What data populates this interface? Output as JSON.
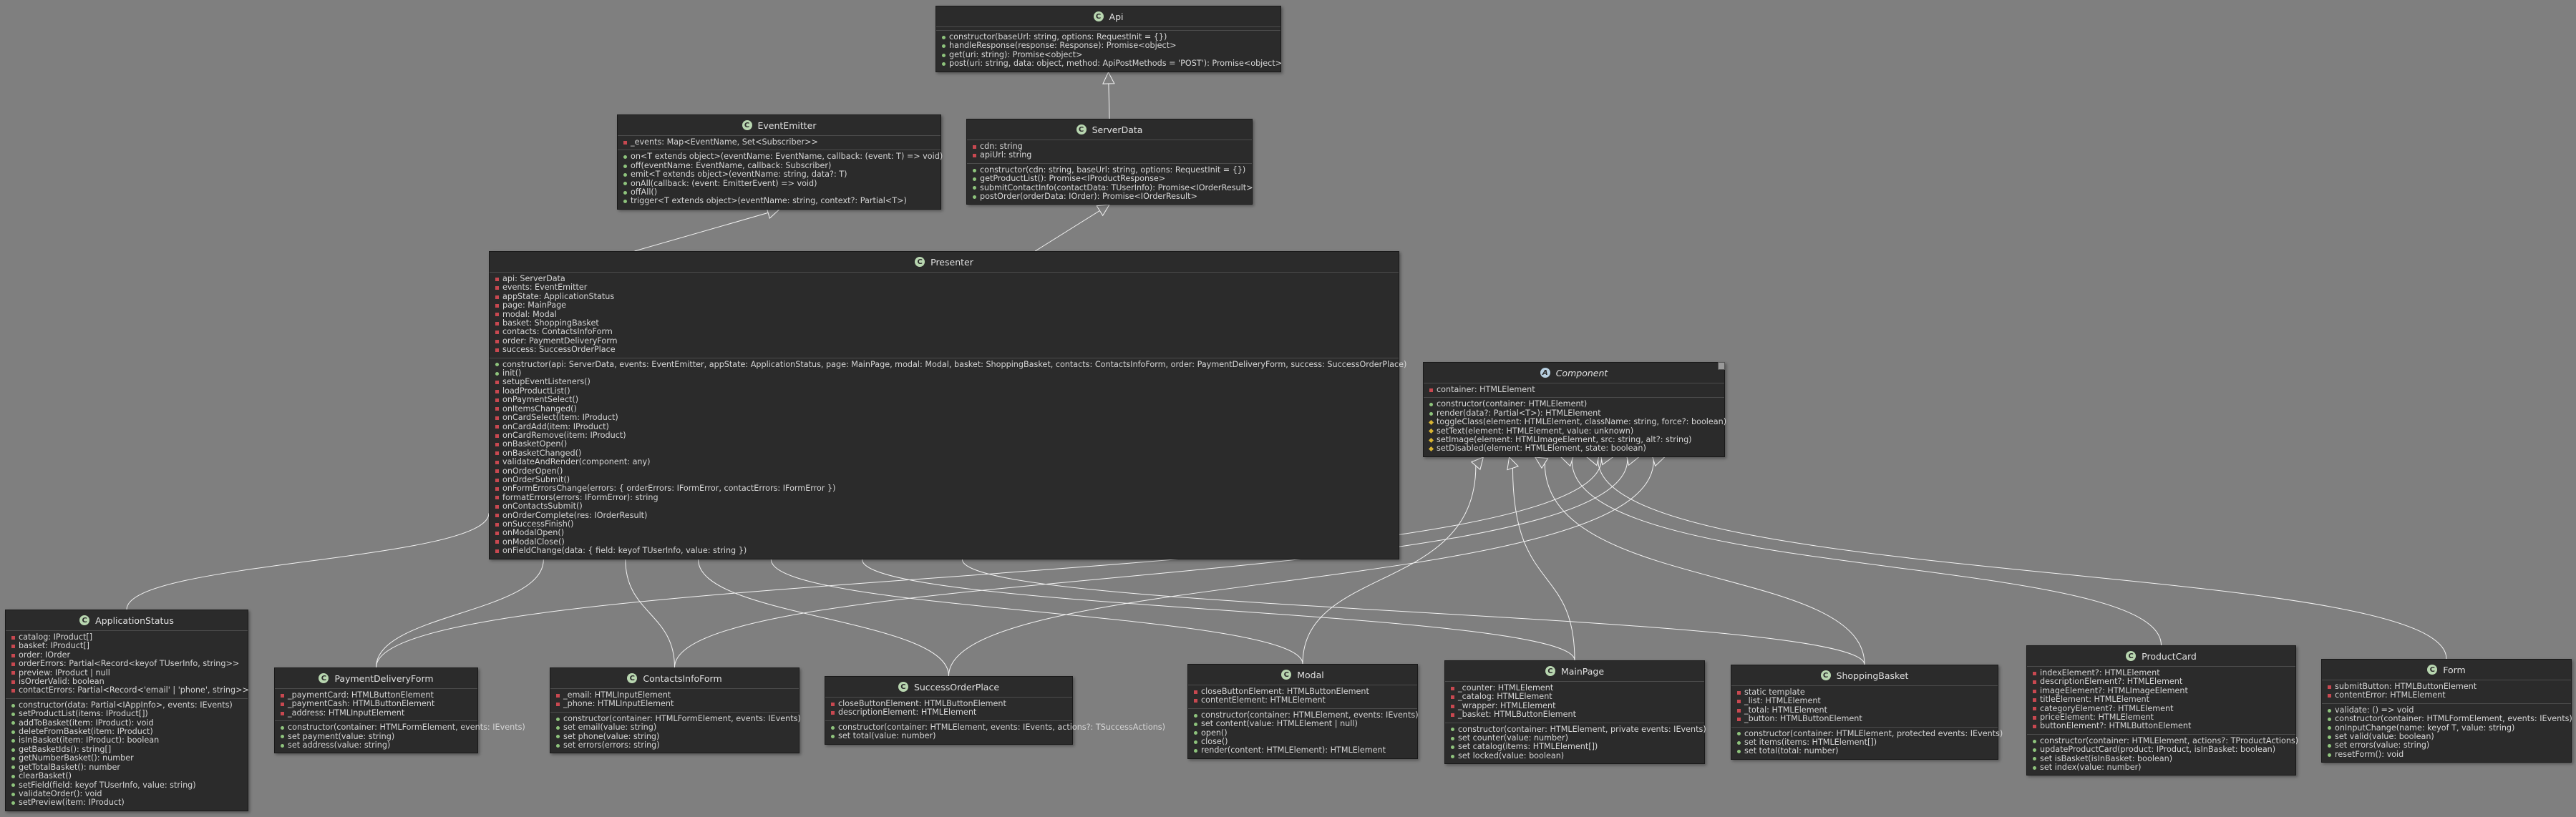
{
  "diagram": {
    "classes": [
      {
        "id": "Api",
        "name": "Api",
        "kind": "class",
        "fields": [],
        "methods": [
          {
            "vis": "pub",
            "text": "constructor(baseUrl: string, options: RequestInit = {})"
          },
          {
            "vis": "pub",
            "text": "handleResponse(response: Response): Promise<object>"
          },
          {
            "vis": "pub",
            "text": "get(uri: string): Promise<object>"
          },
          {
            "vis": "pub",
            "text": "post(uri: string, data: object, method: ApiPostMethods = 'POST'): Promise<object>"
          }
        ]
      },
      {
        "id": "EventEmitter",
        "name": "EventEmitter",
        "kind": "class",
        "fields": [
          {
            "vis": "priv",
            "text": "_events: Map<EventName, Set<Subscriber>>"
          }
        ],
        "methods": [
          {
            "vis": "pub",
            "text": "on<T extends object>(eventName: EventName, callback: (event: T) => void)"
          },
          {
            "vis": "pub",
            "text": "off(eventName: EventName, callback: Subscriber)"
          },
          {
            "vis": "pub",
            "text": "emit<T extends object>(eventName: string, data?: T)"
          },
          {
            "vis": "pub",
            "text": "onAll(callback: (event: EmitterEvent) => void)"
          },
          {
            "vis": "pub",
            "text": "offAll()"
          },
          {
            "vis": "pub",
            "text": "trigger<T extends object>(eventName: string, context?: Partial<T>)"
          }
        ]
      },
      {
        "id": "ServerData",
        "name": "ServerData",
        "kind": "class",
        "fields": [
          {
            "vis": "priv",
            "text": "cdn: string"
          },
          {
            "vis": "priv",
            "text": "apiUrl: string"
          }
        ],
        "methods": [
          {
            "vis": "pub",
            "text": "constructor(cdn: string, baseUrl: string, options: RequestInit = {})"
          },
          {
            "vis": "pub",
            "text": "getProductList(): Promise<IProductResponse>"
          },
          {
            "vis": "pub",
            "text": "submitContactInfo(contactData: TUserInfo): Promise<IOrderResult>"
          },
          {
            "vis": "pub",
            "text": "postOrder(orderData: IOrder): Promise<IOrderResult>"
          }
        ]
      },
      {
        "id": "Presenter",
        "name": "Presenter",
        "kind": "class",
        "fields": [
          {
            "vis": "priv",
            "text": "api: ServerData"
          },
          {
            "vis": "priv",
            "text": "events: EventEmitter"
          },
          {
            "vis": "priv",
            "text": "appState: ApplicationStatus"
          },
          {
            "vis": "priv",
            "text": "page: MainPage"
          },
          {
            "vis": "priv",
            "text": "modal: Modal"
          },
          {
            "vis": "priv",
            "text": "basket: ShoppingBasket"
          },
          {
            "vis": "priv",
            "text": "contacts: ContactsInfoForm"
          },
          {
            "vis": "priv",
            "text": "order: PaymentDeliveryForm"
          },
          {
            "vis": "priv",
            "text": "success: SuccessOrderPlace"
          }
        ],
        "methods": [
          {
            "vis": "pub",
            "text": "constructor(api: ServerData, events: EventEmitter, appState: ApplicationStatus, page: MainPage, modal: Modal, basket: ShoppingBasket, contacts: ContactsInfoForm, order: PaymentDeliveryForm, success: SuccessOrderPlace)"
          },
          {
            "vis": "pub",
            "text": "init()"
          },
          {
            "vis": "priv",
            "text": "setupEventListeners()"
          },
          {
            "vis": "priv",
            "text": "loadProductList()"
          },
          {
            "vis": "priv",
            "text": "onPaymentSelect()"
          },
          {
            "vis": "priv",
            "text": "onItemsChanged()"
          },
          {
            "vis": "priv",
            "text": "onCardSelect(item: IProduct)"
          },
          {
            "vis": "priv",
            "text": "onCardAdd(item: IProduct)"
          },
          {
            "vis": "priv",
            "text": "onCardRemove(item: IProduct)"
          },
          {
            "vis": "priv",
            "text": "onBasketOpen()"
          },
          {
            "vis": "priv",
            "text": "onBasketChanged()"
          },
          {
            "vis": "priv",
            "text": "validateAndRender(component: any)"
          },
          {
            "vis": "priv",
            "text": "onOrderOpen()"
          },
          {
            "vis": "priv",
            "text": "onOrderSubmit()"
          },
          {
            "vis": "priv",
            "text": "onFormErrorsChange(errors: { orderErrors: IFormError, contactErrors: IFormError })"
          },
          {
            "vis": "priv",
            "text": "formatErrors(errors: IFormError): string"
          },
          {
            "vis": "priv",
            "text": "onContactsSubmit()"
          },
          {
            "vis": "priv",
            "text": "onOrderComplete(res: IOrderResult)"
          },
          {
            "vis": "priv",
            "text": "onSuccessFinish()"
          },
          {
            "vis": "priv",
            "text": "onModalOpen()"
          },
          {
            "vis": "priv",
            "text": "onModalClose()"
          },
          {
            "vis": "priv",
            "text": "onFieldChange(data: { field: keyof TUserInfo, value: string })"
          }
        ]
      },
      {
        "id": "Component",
        "name": "Component",
        "kind": "abstract",
        "fields": [
          {
            "vis": "priv",
            "text": "container: HTMLElement"
          }
        ],
        "methods": [
          {
            "vis": "pub",
            "text": "constructor(container: HTMLElement)"
          },
          {
            "vis": "pub",
            "text": "render(data?: Partial<T>): HTMLElement"
          },
          {
            "vis": "prot",
            "text": "toggleClass(element: HTMLElement, className: string, force?: boolean)"
          },
          {
            "vis": "prot",
            "text": "setText(element: HTMLElement, value: unknown)"
          },
          {
            "vis": "prot",
            "text": "setImage(element: HTMLImageElement, src: string, alt?: string)"
          },
          {
            "vis": "prot",
            "text": "setDisabled(element: HTMLElement, state: boolean)"
          }
        ]
      },
      {
        "id": "ApplicationStatus",
        "name": "ApplicationStatus",
        "kind": "class",
        "fields": [
          {
            "vis": "priv",
            "text": "catalog: IProduct[]"
          },
          {
            "vis": "priv",
            "text": "basket: IProduct[]"
          },
          {
            "vis": "priv",
            "text": "order: IOrder"
          },
          {
            "vis": "priv",
            "text": "orderErrors: Partial<Record<keyof TUserInfo, string>>"
          },
          {
            "vis": "priv",
            "text": "preview: IProduct | null"
          },
          {
            "vis": "priv",
            "text": "isOrderValid: boolean"
          },
          {
            "vis": "priv",
            "text": "contactErrors: Partial<Record<'email' | 'phone', string>>"
          }
        ],
        "methods": [
          {
            "vis": "pub",
            "text": "constructor(data: Partial<IAppInfo>, events: IEvents)"
          },
          {
            "vis": "pub",
            "text": "setProductList(items: IProduct[])"
          },
          {
            "vis": "pub",
            "text": "addToBasket(item: IProduct): void"
          },
          {
            "vis": "pub",
            "text": "deleteFromBasket(item: IProduct)"
          },
          {
            "vis": "pub",
            "text": "isInBasket(item: IProduct): boolean"
          },
          {
            "vis": "pub",
            "text": "getBasketIds(): string[]"
          },
          {
            "vis": "pub",
            "text": "getNumberBasket(): number"
          },
          {
            "vis": "pub",
            "text": "getTotalBasket(): number"
          },
          {
            "vis": "pub",
            "text": "clearBasket()"
          },
          {
            "vis": "pub",
            "text": "setField(field: keyof TUserInfo, value: string)"
          },
          {
            "vis": "pub",
            "text": "validateOrder(): void"
          },
          {
            "vis": "pub",
            "text": "setPreview(item: IProduct)"
          }
        ]
      },
      {
        "id": "PaymentDeliveryForm",
        "name": "PaymentDeliveryForm",
        "kind": "class",
        "fields": [
          {
            "vis": "priv",
            "text": "_paymentCard: HTMLButtonElement"
          },
          {
            "vis": "priv",
            "text": "_paymentCash: HTMLButtonElement"
          },
          {
            "vis": "priv",
            "text": "_address: HTMLInputElement"
          }
        ],
        "methods": [
          {
            "vis": "pub",
            "text": "constructor(container: HTMLFormElement, events: IEvents)"
          },
          {
            "vis": "pub",
            "text": "set payment(value: string)"
          },
          {
            "vis": "pub",
            "text": "set address(value: string)"
          }
        ]
      },
      {
        "id": "ContactsInfoForm",
        "name": "ContactsInfoForm",
        "kind": "class",
        "fields": [
          {
            "vis": "priv",
            "text": "_email: HTMLInputElement"
          },
          {
            "vis": "priv",
            "text": "_phone: HTMLInputElement"
          }
        ],
        "methods": [
          {
            "vis": "pub",
            "text": "constructor(container: HTMLFormElement, events: IEvents)"
          },
          {
            "vis": "pub",
            "text": "set email(value: string)"
          },
          {
            "vis": "pub",
            "text": "set phone(value: string)"
          },
          {
            "vis": "pub",
            "text": "set errors(errors: string)"
          }
        ]
      },
      {
        "id": "SuccessOrderPlace",
        "name": "SuccessOrderPlace",
        "kind": "class",
        "fields": [
          {
            "vis": "priv",
            "text": "closeButtonElement: HTMLButtonElement"
          },
          {
            "vis": "priv",
            "text": "descriptionElement: HTMLElement"
          }
        ],
        "methods": [
          {
            "vis": "pub",
            "text": "constructor(container: HTMLElement, events: IEvents, actions?: TSuccessActions)"
          },
          {
            "vis": "pub",
            "text": "set total(value: number)"
          }
        ]
      },
      {
        "id": "Modal",
        "name": "Modal",
        "kind": "class",
        "fields": [
          {
            "vis": "priv",
            "text": "closeButtonElement: HTMLButtonElement"
          },
          {
            "vis": "priv",
            "text": "contentElement: HTMLElement"
          }
        ],
        "methods": [
          {
            "vis": "pub",
            "text": "constructor(container: HTMLElement, events: IEvents)"
          },
          {
            "vis": "pub",
            "text": "set content(value: HTMLElement | null)"
          },
          {
            "vis": "pub",
            "text": "open()"
          },
          {
            "vis": "pub",
            "text": "close()"
          },
          {
            "vis": "pub",
            "text": "render(content: HTMLElement): HTMLElement"
          }
        ]
      },
      {
        "id": "MainPage",
        "name": "MainPage",
        "kind": "class",
        "fields": [
          {
            "vis": "priv",
            "text": "_counter: HTMLElement"
          },
          {
            "vis": "priv",
            "text": "_catalog: HTMLElement"
          },
          {
            "vis": "priv",
            "text": "_wrapper: HTMLElement"
          },
          {
            "vis": "priv",
            "text": "_basket: HTMLButtonElement"
          }
        ],
        "methods": [
          {
            "vis": "pub",
            "text": "constructor(container: HTMLElement, private events: IEvents)"
          },
          {
            "vis": "pub",
            "text": "set counter(value: number)"
          },
          {
            "vis": "pub",
            "text": "set catalog(items: HTMLElement[])"
          },
          {
            "vis": "pub",
            "text": "set locked(value: boolean)"
          }
        ]
      },
      {
        "id": "ShoppingBasket",
        "name": "ShoppingBasket",
        "kind": "class",
        "fields": [
          {
            "vis": "priv",
            "text": "static template"
          },
          {
            "vis": "priv",
            "text": "_list: HTMLElement"
          },
          {
            "vis": "priv",
            "text": "_total: HTMLElement"
          },
          {
            "vis": "priv",
            "text": "_button: HTMLButtonElement"
          }
        ],
        "methods": [
          {
            "vis": "pub",
            "text": "constructor(container: HTMLElement, protected events: IEvents)"
          },
          {
            "vis": "pub",
            "text": "set items(items: HTMLElement[])"
          },
          {
            "vis": "pub",
            "text": "set total(total: number)"
          }
        ]
      },
      {
        "id": "ProductCard",
        "name": "ProductCard",
        "kind": "class",
        "fields": [
          {
            "vis": "priv",
            "text": "indexElement?: HTMLElement"
          },
          {
            "vis": "priv",
            "text": "descriptionElement?: HTMLElement"
          },
          {
            "vis": "priv",
            "text": "imageElement?: HTMLImageElement"
          },
          {
            "vis": "priv",
            "text": "titleElement: HTMLElement"
          },
          {
            "vis": "priv",
            "text": "categoryElement?: HTMLElement"
          },
          {
            "vis": "priv",
            "text": "priceElement: HTMLElement"
          },
          {
            "vis": "priv",
            "text": "buttonElement?: HTMLButtonElement"
          }
        ],
        "methods": [
          {
            "vis": "pub",
            "text": "constructor(container: HTMLElement, actions?: TProductActions)"
          },
          {
            "vis": "pub",
            "text": "updateProductCard(product: IProduct, isInBasket: boolean)"
          },
          {
            "vis": "pub",
            "text": "set isBasket(isInBasket: boolean)"
          },
          {
            "vis": "pub",
            "text": "set index(value: number)"
          }
        ]
      },
      {
        "id": "Form",
        "name": "Form",
        "kind": "class",
        "fields": [
          {
            "vis": "priv",
            "text": "submitButton: HTMLButtonElement"
          },
          {
            "vis": "priv",
            "text": "contentError: HTMLElement"
          }
        ],
        "methods": [
          {
            "vis": "pub",
            "text": "validate: () => void"
          },
          {
            "vis": "pub",
            "text": "constructor(container: HTMLFormElement, events: IEvents)"
          },
          {
            "vis": "pub",
            "text": "onInputChange(name: keyof T, value: string)"
          },
          {
            "vis": "pub",
            "text": "set valid(value: boolean)"
          },
          {
            "vis": "pub",
            "text": "set errors(value: string)"
          },
          {
            "vis": "pub",
            "text": "resetForm(): void"
          }
        ]
      }
    ],
    "inheritance": [
      {
        "from": "ServerData",
        "to": "Api"
      },
      {
        "from": "Presenter",
        "to": "EventEmitter"
      },
      {
        "from": "Presenter",
        "to": "ServerData"
      },
      {
        "from": "Modal",
        "to": "Component"
      },
      {
        "from": "MainPage",
        "to": "Component"
      },
      {
        "from": "ShoppingBasket",
        "to": "Component"
      },
      {
        "from": "ProductCard",
        "to": "Component"
      },
      {
        "from": "Form",
        "to": "Component"
      },
      {
        "from": "PaymentDeliveryForm",
        "to": "Component"
      },
      {
        "from": "ContactsInfoForm",
        "to": "Component"
      },
      {
        "from": "SuccessOrderPlace",
        "to": "Component"
      }
    ],
    "associations": [
      {
        "from": "Presenter",
        "to": "ApplicationStatus"
      },
      {
        "from": "Presenter",
        "to": "PaymentDeliveryForm"
      },
      {
        "from": "Presenter",
        "to": "ContactsInfoForm"
      },
      {
        "from": "Presenter",
        "to": "SuccessOrderPlace"
      },
      {
        "from": "Presenter",
        "to": "Modal"
      },
      {
        "from": "Presenter",
        "to": "MainPage"
      },
      {
        "from": "Presenter",
        "to": "ShoppingBasket"
      }
    ],
    "colors": {
      "background": "#7f7f7f",
      "box": "#2b2b2b",
      "text": "#d6d6d6",
      "class_icon": "#b8d6b0",
      "abstract_icon": "#b7cfe0",
      "private": "#c84850",
      "public": "#8ec47c",
      "protected": "#d9b533",
      "edge": "#f2f2f2"
    }
  }
}
